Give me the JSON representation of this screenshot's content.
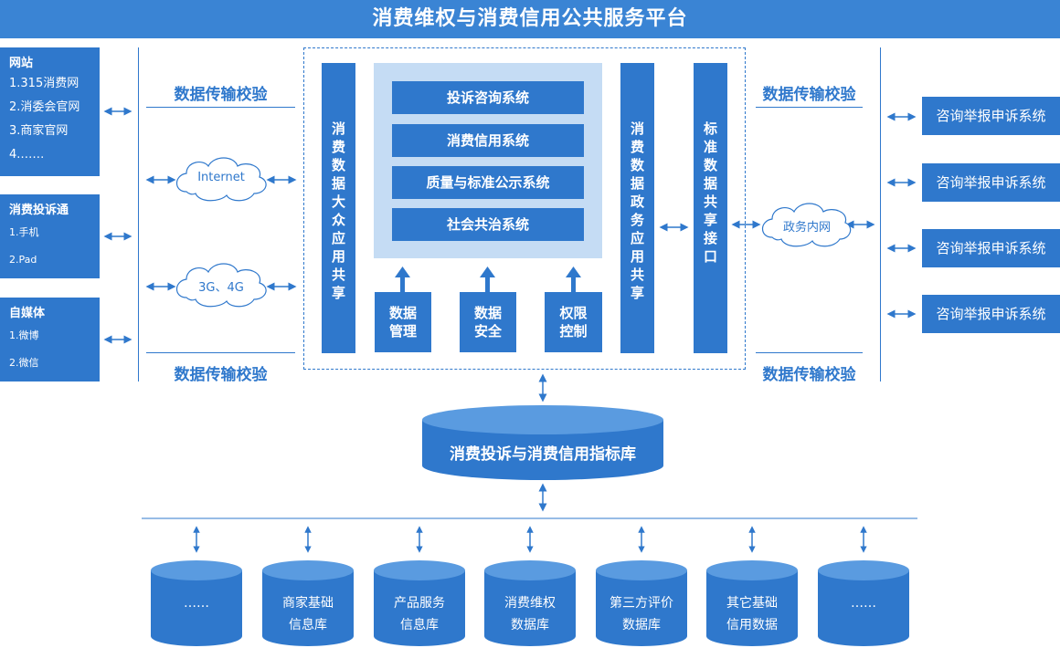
{
  "title": "消费维权与消费信用公共服务平台",
  "left_sources": [
    {
      "header": "网站",
      "items": [
        "1.315消费网",
        "2.消委会官网",
        "3.商家官网",
        "4.……"
      ]
    },
    {
      "header": "消费投诉通",
      "items": [
        "1.手机",
        "2.Pad"
      ]
    },
    {
      "header": "自媒体",
      "items": [
        "1.微博",
        "2.微信"
      ]
    }
  ],
  "transfer_label": "数据传输校验",
  "clouds": {
    "internet": "Internet",
    "mobile": "3G、4G",
    "gov": "政务内网"
  },
  "columns": {
    "public_share": "消费数据大众应用共享",
    "gov_share": "消费数据政务应用共享",
    "std_interface": "标准数据共享接口"
  },
  "systems": [
    "投诉咨询系统",
    "消费信用系统",
    "质量与标准公示系统",
    "社会共治系统"
  ],
  "controls": [
    {
      "line1": "数据",
      "line2": "管理"
    },
    {
      "line1": "数据",
      "line2": "安全"
    },
    {
      "line1": "权限",
      "line2": "控制"
    }
  ],
  "consumers": [
    "咨询举报申诉系统",
    "咨询举报申诉系统",
    "咨询举报申诉系统",
    "咨询举报申诉系统"
  ],
  "main_db": "消费投诉与消费信用指标库",
  "databases": [
    {
      "line1": "……",
      "line2": ""
    },
    {
      "line1": "商家基础",
      "line2": "信息库"
    },
    {
      "line1": "产品服务",
      "line2": "信息库"
    },
    {
      "line1": "消费维权",
      "line2": "数据库"
    },
    {
      "line1": "第三方评价",
      "line2": "数据库"
    },
    {
      "line1": "其它基础",
      "line2": "信用数据"
    },
    {
      "line1": "……",
      "line2": ""
    }
  ],
  "colors": {
    "primary": "#2f78cc",
    "title_bar": "#3a84d4",
    "panel": "#c5dcf4",
    "cylinder_top": "#5a9be0"
  }
}
